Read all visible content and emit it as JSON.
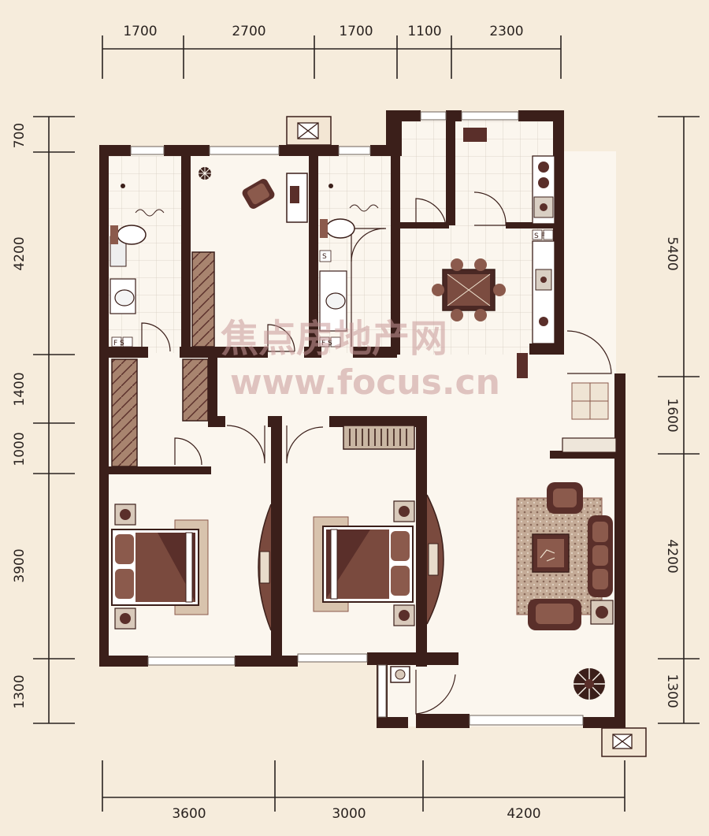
{
  "dimensions": {
    "top": [
      "1700",
      "2700",
      "1700",
      "1100",
      "2300"
    ],
    "bottom": [
      "3600",
      "3000",
      "4200"
    ],
    "left": [
      "700",
      "4200",
      "1400",
      "1000",
      "3900",
      "1300"
    ],
    "right": [
      "5400",
      "1600",
      "4200",
      "1300"
    ]
  },
  "labels": {
    "fs": "F S",
    "sf": "S F",
    "s": "S"
  },
  "watermark": {
    "line1": "焦点房地产网",
    "line2": "www.focus.cn"
  },
  "colors": {
    "wall": "#3b1f1a",
    "background": "#f6ecdc",
    "floor": "#fbf6ee",
    "furniture": "#5a2f2a",
    "watermark": "#c99a9a"
  }
}
